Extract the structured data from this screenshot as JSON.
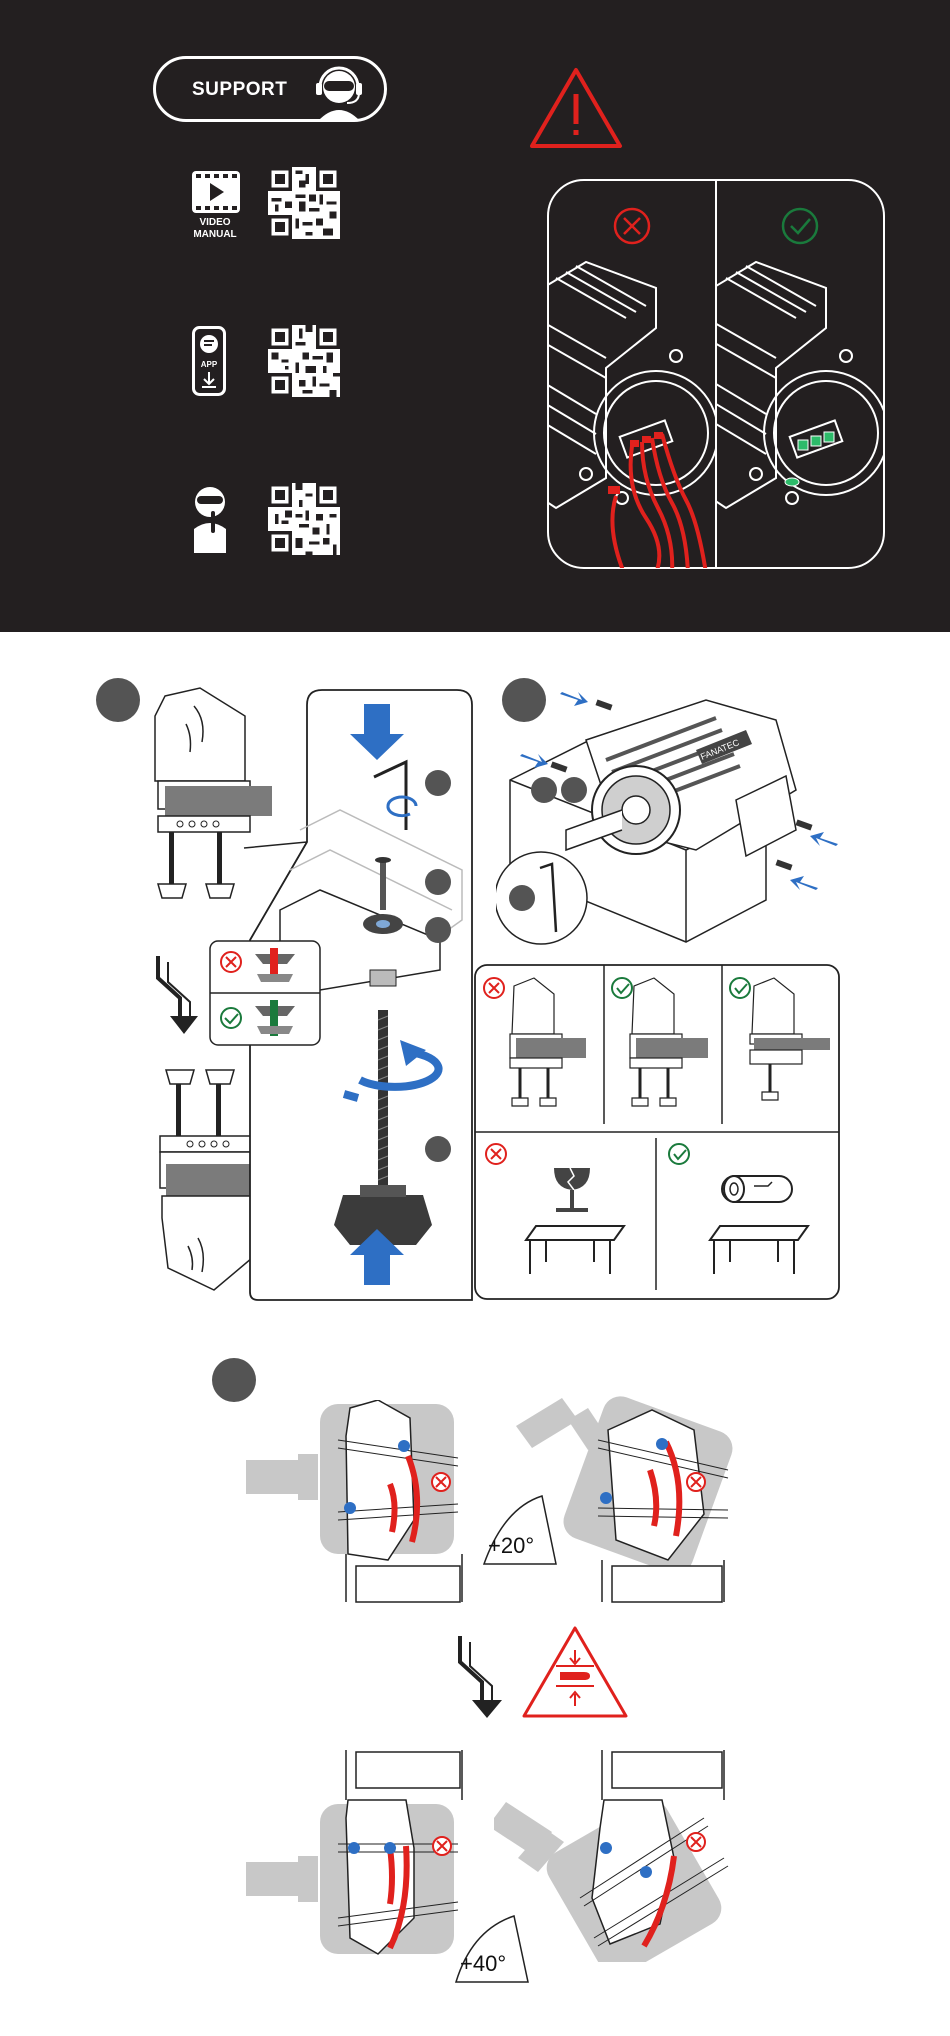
{
  "support": {
    "label": "SUPPORT",
    "video_label_line1": "VIDEO",
    "video_label_line2": "MANUAL",
    "app_label": "APP"
  },
  "angles": {
    "first": "+20°",
    "second": "+40°"
  },
  "brand": {
    "motor_text": "FANATEC"
  },
  "colors": {
    "background_top": "#231f20",
    "warning_red": "#e0211d",
    "ok_green": "#1a7a3c",
    "arrow_blue": "#2e6fc4",
    "step_circle": "#545454",
    "bracket_gray": "#bdbdbd"
  }
}
